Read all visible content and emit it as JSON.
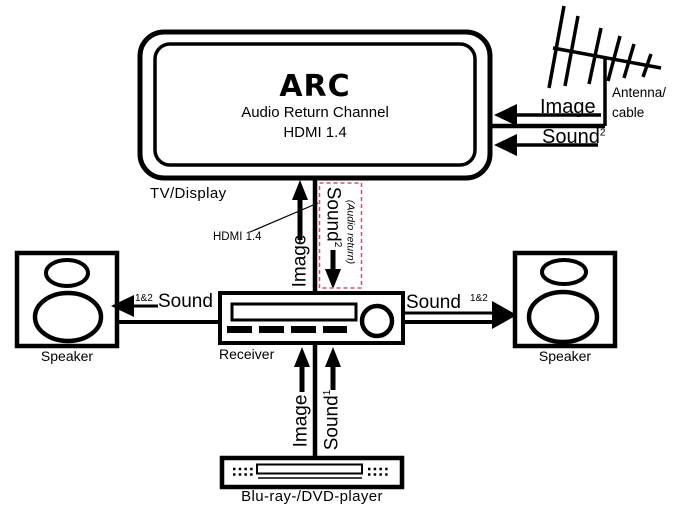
{
  "tv": {
    "heading": "ARC",
    "line1": "Audio Return Channel",
    "line2": "HDMI 1.4",
    "caption": "TV/Display"
  },
  "antenna": {
    "caption_line1": "Antenna/",
    "caption_line2": "cable",
    "image_label": "Image",
    "sound_label": "Sound",
    "sound_sup": "2"
  },
  "tv_receiver_link": {
    "image_label": "Image",
    "sound_label": "Sound",
    "sound_sup": "2",
    "audio_return_note": "(Audio return)",
    "hdmi_note": "HDMI 1.4"
  },
  "receiver": {
    "caption": "Receiver"
  },
  "left_speaker": {
    "caption": "Speaker",
    "sound_sup": "1&2",
    "sound_label": "Sound"
  },
  "right_speaker": {
    "caption": "Speaker",
    "sound_label": "Sound",
    "sound_sup": "1&2"
  },
  "bluray_link": {
    "image_label": "Image",
    "sound_label": "Sound",
    "sound_sup": "1"
  },
  "bluray": {
    "caption": "Blu-ray-/DVD-player"
  },
  "colors": {
    "ink": "#000000",
    "highlight_box": "#c85572",
    "background": "#ffffff"
  }
}
